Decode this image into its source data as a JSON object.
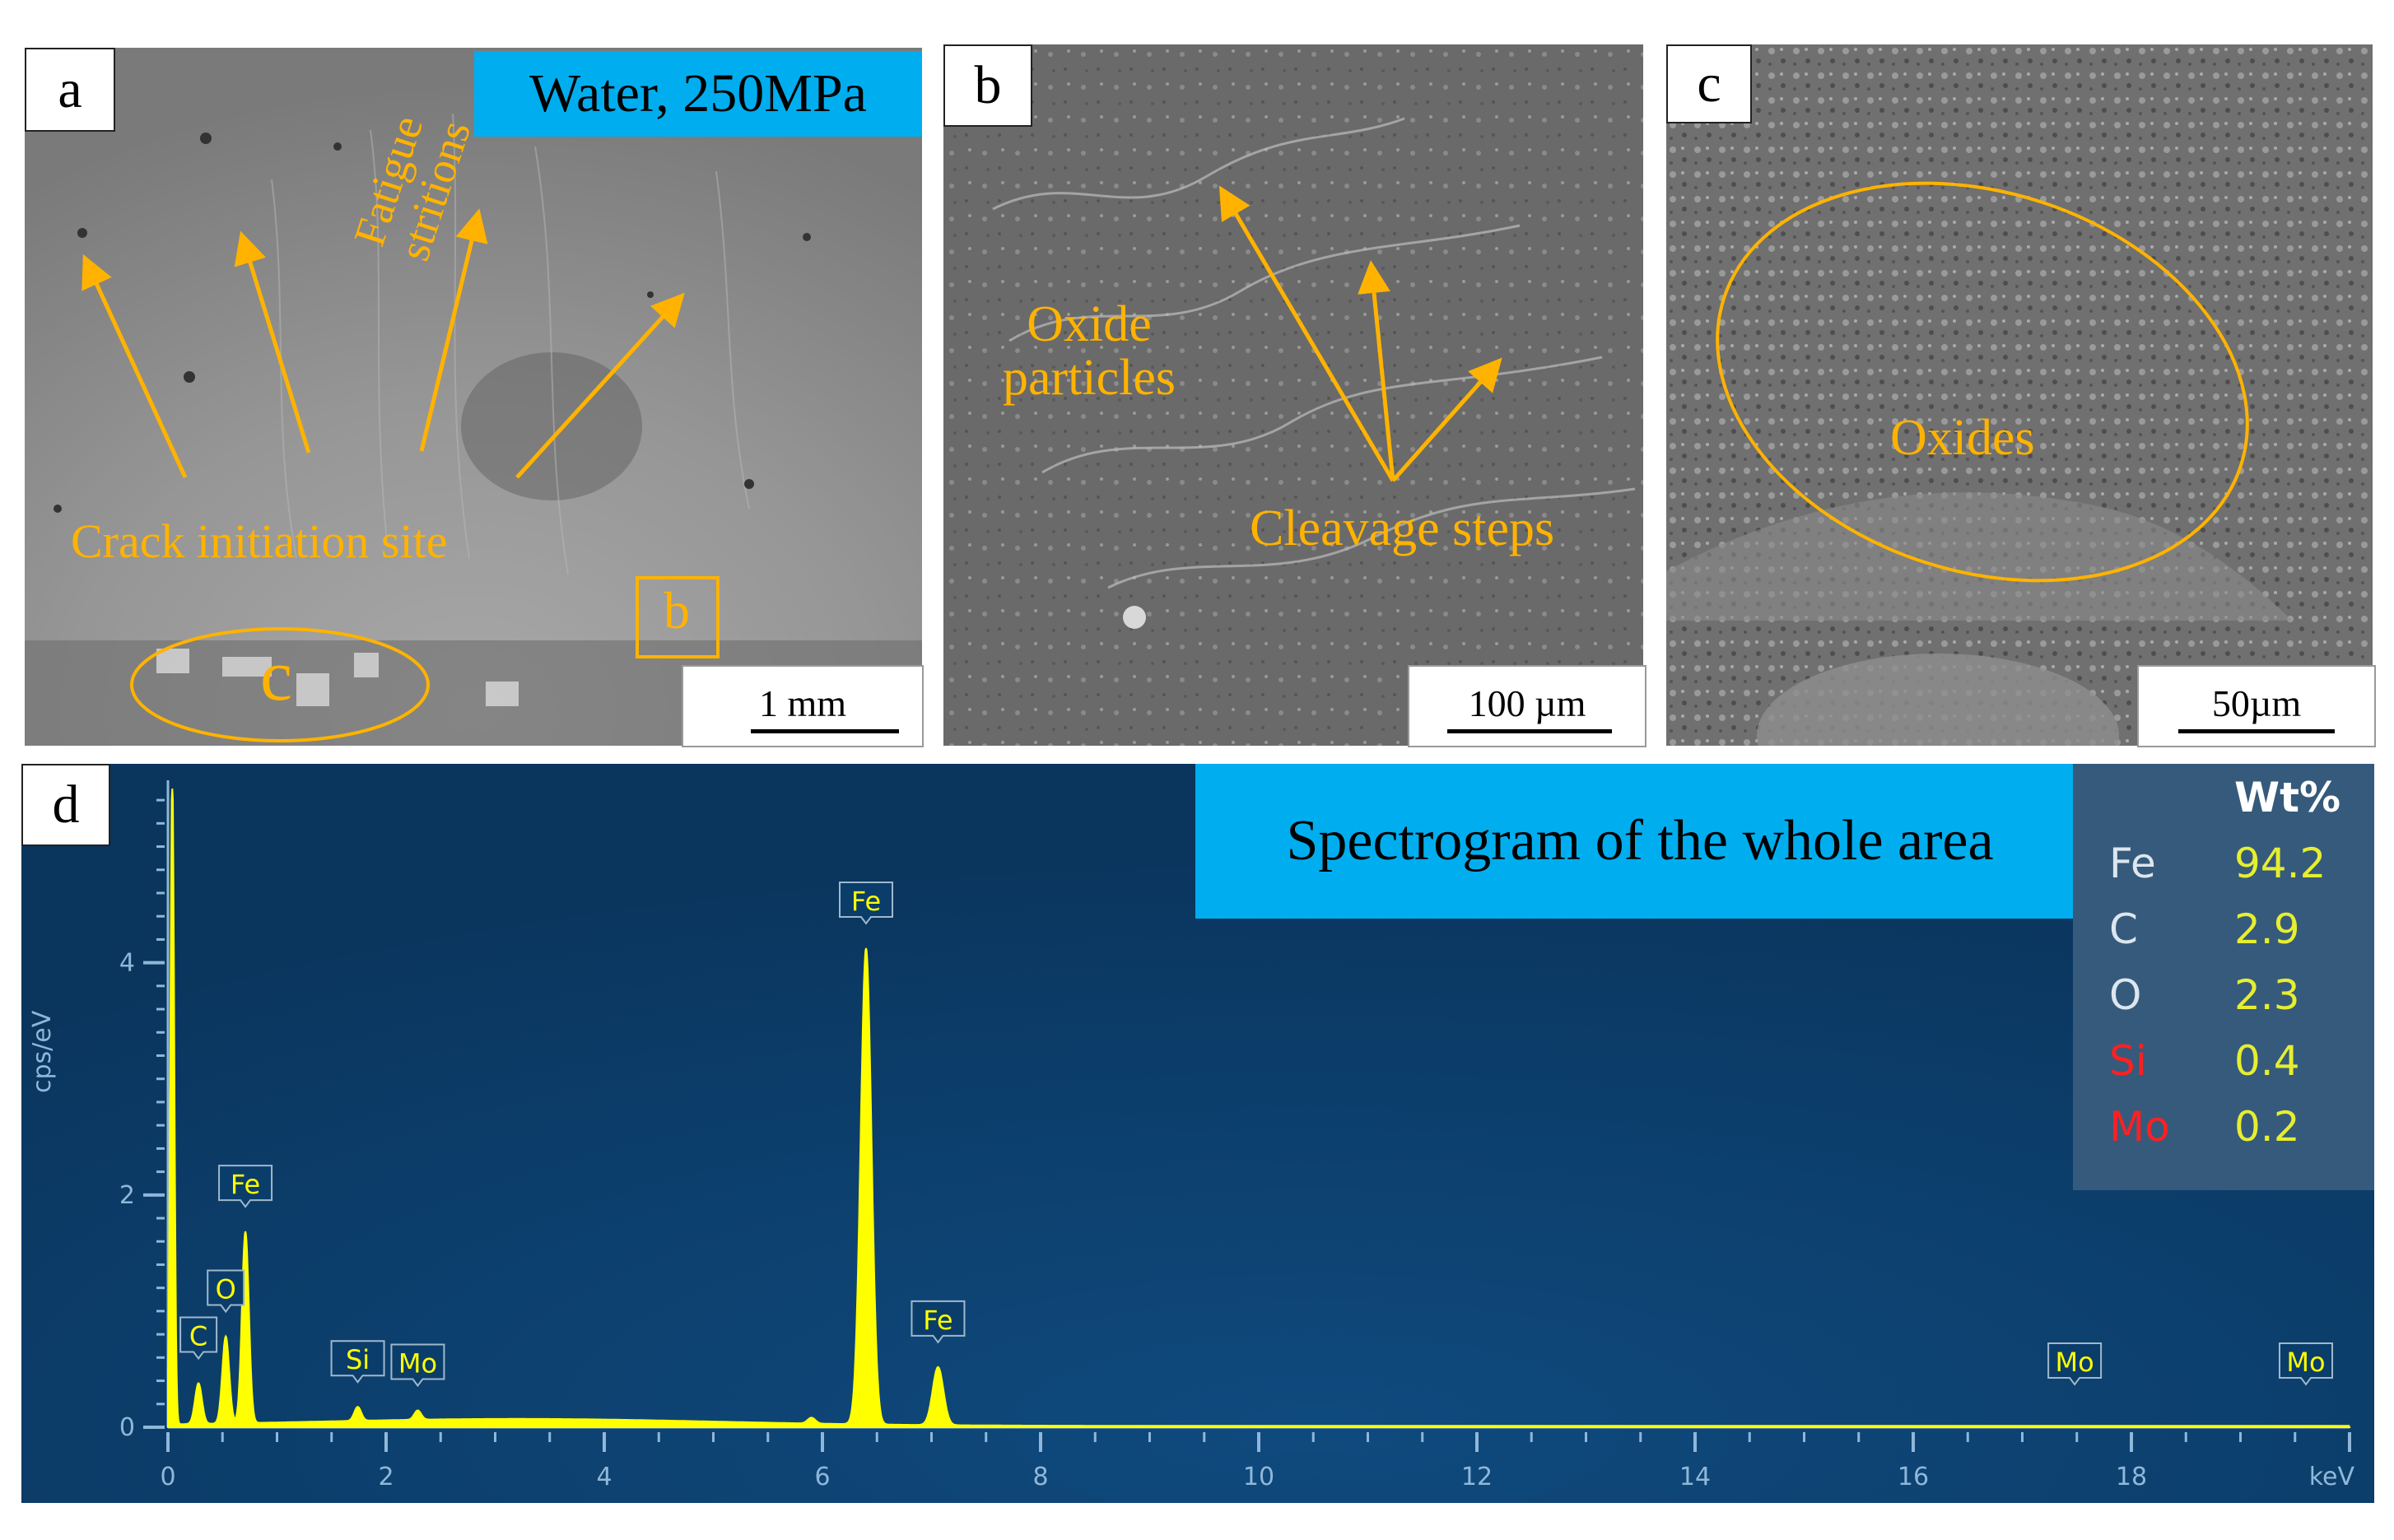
{
  "panels": {
    "a": {
      "label": "a",
      "condition": "Water, 250MPa",
      "annotation_striations": "Fatigue\nstritions",
      "annotation_initiation": "Crack initiation site",
      "inset_c": "c",
      "inset_b": "b",
      "scale": "1 mm"
    },
    "b": {
      "label": "b",
      "annotation_particles": "Oxide\nparticles",
      "annotation_steps": "Cleavage steps",
      "scale": "100 µm"
    },
    "c": {
      "label": "c",
      "annotation_oxides": "Oxides",
      "scale": "50µm"
    },
    "d": {
      "label": "d",
      "title": "Spectrogram of the whole area",
      "table_header": "Wt%",
      "composition": [
        {
          "element": "Fe",
          "wt": "94.2",
          "color": "#dde6ee"
        },
        {
          "element": "C",
          "wt": "2.9",
          "color": "#dde6ee"
        },
        {
          "element": "O",
          "wt": "2.3",
          "color": "#dde6ee"
        },
        {
          "element": "Si",
          "wt": "0.4",
          "color": "#ff2020"
        },
        {
          "element": "Mo",
          "wt": "0.2",
          "color": "#ff2020"
        }
      ]
    }
  },
  "chart_data": {
    "type": "line",
    "ylabel": "cps/eV",
    "xlabel": "keV",
    "xlim": [
      0,
      20
    ],
    "ylim": [
      0,
      5.5
    ],
    "x_ticks": [
      "0",
      "2",
      "4",
      "6",
      "8",
      "10",
      "12",
      "14",
      "16",
      "18"
    ],
    "y_ticks": [
      "0",
      "2",
      "4"
    ],
    "peaks": [
      {
        "element": "C",
        "energy": 0.28,
        "height": 0.35
      },
      {
        "element": "O",
        "energy": 0.53,
        "height": 0.75
      },
      {
        "element": "Fe",
        "energy": 0.71,
        "height": 1.65
      },
      {
        "element": "Si",
        "energy": 1.74,
        "height": 0.12
      },
      {
        "element": "Mo",
        "energy": 2.29,
        "height": 0.08
      },
      {
        "element": "Fe",
        "energy": 6.4,
        "height": 4.1
      },
      {
        "element": "Fe",
        "energy": 7.06,
        "height": 0.5
      },
      {
        "element": "Mo",
        "energy": 17.48,
        "height": 0.0
      },
      {
        "element": "Mo",
        "energy": 19.6,
        "height": 0.0
      }
    ],
    "colors": {
      "trace": "#ffff00",
      "background": "#0b3d6b",
      "axis": "#8fb7d9"
    }
  }
}
